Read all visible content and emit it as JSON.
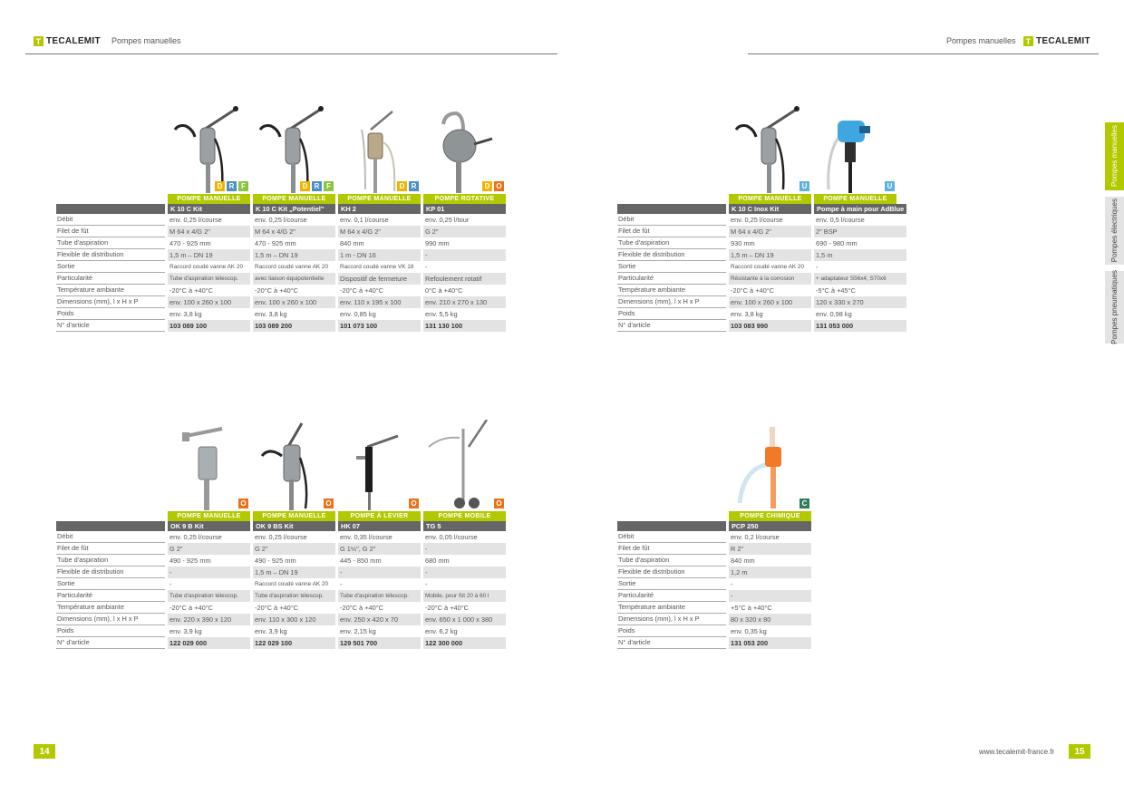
{
  "header": {
    "brand": "TECALEMIT",
    "logo_letter": "T",
    "left_section": "Pompes manuelles",
    "right_section": "Pompes manuelles"
  },
  "side_tabs": [
    "Pompes manuelles",
    "Pompes électriques",
    "Pompes pneumatiques"
  ],
  "footer": {
    "left_page": "14",
    "right_page": "15",
    "url": "www.tecalemit-france.fr"
  },
  "row_labels": [
    "Débit",
    "Filet de fût",
    "Tube d'aspiration",
    "Flexible de distribution",
    "Sortie",
    "Particularité",
    "Température ambiante",
    "Dimensions (mm), l x H x P",
    "Poids",
    "N° d'article"
  ],
  "blocks": [
    {
      "products": [
        {
          "icon": "k10-lever-pump-icon",
          "badges": [
            "D",
            "R",
            "F"
          ],
          "category": "POMPE MANUELLE",
          "name": "K 10 C Kit",
          "values": [
            "env. 0,25 l/course",
            "M 64 x 4/G 2\"",
            "470 - 925 mm",
            "1,5 m – DN 19",
            "Raccord coudé vanne AK 20",
            "Tube d'aspiration télescop.",
            "-20°C à +40°C",
            "env. 100 x 260 x 100",
            "env. 3,8 kg",
            "103 089 100"
          ]
        },
        {
          "icon": "k10-potential-lever-pump-icon",
          "badges": [
            "D",
            "R",
            "F"
          ],
          "category": "POMPE MANUELLE",
          "name": "K 10 C Kit „Potentiel\"",
          "values": [
            "env. 0,25 l/course",
            "M 64 x 4/G 2\"",
            "470 - 925 mm",
            "1,5 m – DN 19",
            "Raccord coudé vanne AK 20",
            "avec liaison équipotentielle",
            "-20°C à +40°C",
            "env. 100 x 260 x 100",
            "env. 3,8 kg",
            "103 089 200"
          ]
        },
        {
          "icon": "kh2-hand-pump-icon",
          "badges": [
            "D",
            "R"
          ],
          "category": "POMPE MANUELLE",
          "name": "KH 2",
          "values": [
            "env. 0,1 l/course",
            "M 64 x 4/G 2\"",
            "840 mm",
            "1 m - DN 16",
            "Raccord coudé vanne VK 18",
            "Dispositif de fermeture",
            "-20°C à +40°C",
            "env. 110 x 195 x 100",
            "env. 0,85 kg",
            "101 073 100"
          ]
        },
        {
          "icon": "kp01-rotary-pump-icon",
          "badges": [
            "D",
            "O"
          ],
          "category": "POMPE ROTATIVE",
          "name": "KP 01",
          "values": [
            "env. 0,25 l/tour",
            "G 2\"",
            "990 mm",
            "-",
            "-",
            "Refoulement rotatif",
            "0°C à +40°C",
            "env. 210 x 270 x 130",
            "env. 5,5 kg",
            "131 130 100"
          ]
        }
      ]
    },
    {
      "products": [
        {
          "icon": "k10-inox-lever-pump-icon",
          "badges": [
            "U"
          ],
          "category": "POMPE MANUELLE",
          "name": "K 10 C Inox Kit",
          "values": [
            "env. 0,25 l/course",
            "M 64 x 4/G 2\"",
            "930 mm",
            "1,5 m – DN 19",
            "Raccord coudé vanne AK 20",
            "Résistante à la corrosion",
            "-20°C à +40°C",
            "env. 100 x 260 x 100",
            "env. 3,8 kg",
            "103 083 990"
          ]
        },
        {
          "icon": "adblue-hand-pump-icon",
          "badges": [
            "U"
          ],
          "category": "POMPE MANUELLE",
          "name": "Pompe à main pour AdBlue",
          "values": [
            "env. 0,5 l/course",
            "2\" BSP",
            "690 - 980 mm",
            "1,5 m",
            "-",
            "+ adaptateur S56x4, S70x6",
            "-5°C à +45°C",
            "120 x 330 x 270",
            "env. 0,98 kg",
            "131 053 000"
          ]
        }
      ]
    },
    {
      "products": [
        {
          "icon": "ok9b-lever-pump-icon",
          "badges": [
            "O"
          ],
          "category": "POMPE MANUELLE",
          "name": "OK 9 B Kit",
          "values": [
            "env. 0,25 l/course",
            "G 2\"",
            "490 - 925 mm",
            "-",
            "-",
            "Tube d'aspiration télescop.",
            "-20°C à +40°C",
            "env. 220 x 390 x 120",
            "env. 3,9 kg",
            "122 029 000"
          ]
        },
        {
          "icon": "ok9bs-lever-pump-icon",
          "badges": [
            "O"
          ],
          "category": "POMPE MANUELLE",
          "name": "OK 9 BS Kit",
          "values": [
            "env. 0,25 l/course",
            "G 2\"",
            "490 - 925 mm",
            "1,5 m – DN 19",
            "Raccord coudé vanne AK 20",
            "Tube d'aspiration télescop.",
            "-20°C à +40°C",
            "env. 110 x 300 x 120",
            "env. 3,9 kg",
            "122 029 100"
          ]
        },
        {
          "icon": "hk07-lever-pump-icon",
          "badges": [
            "O"
          ],
          "category": "POMPE À LEVIER",
          "name": "HK 07",
          "values": [
            "env. 0,35 l/course",
            "G 1½\", G 2\"",
            "445 - 850 mm",
            "-",
            "-",
            "Tube d'aspiration télescop.",
            "-20°C à +40°C",
            "env. 250 x 420 x 70",
            "env. 2,15 kg",
            "129 501 700"
          ]
        },
        {
          "icon": "tg5-mobile-pump-icon",
          "badges": [
            "O"
          ],
          "category": "POMPE MOBILE",
          "name": "TG 5",
          "values": [
            "env. 0,05 l/course",
            "-",
            "680 mm",
            "-",
            "-",
            "Mobile, pour fût 20 à 60 l",
            "-20°C à +40°C",
            "env. 650 x 1 000 x 380",
            "env. 6,2 kg",
            "122 300 000"
          ]
        }
      ]
    },
    {
      "products": [
        {
          "icon": "pcp250-chemical-pump-icon",
          "badges": [
            "C"
          ],
          "category": "POMPE CHIMIQUE",
          "name": "PCP 250",
          "values": [
            "env. 0,2 l/course",
            "R 2\"",
            "840 mm",
            "1,2 m",
            "-",
            "-",
            "+5°C à +40°C",
            "80 x 320 x 80",
            "env. 0,35 kg",
            "131 053 200"
          ]
        }
      ]
    }
  ],
  "colors": {
    "brand_green": "#b2c900",
    "header_grey": "#666666",
    "zebra_grey": "#e3e3e3"
  }
}
